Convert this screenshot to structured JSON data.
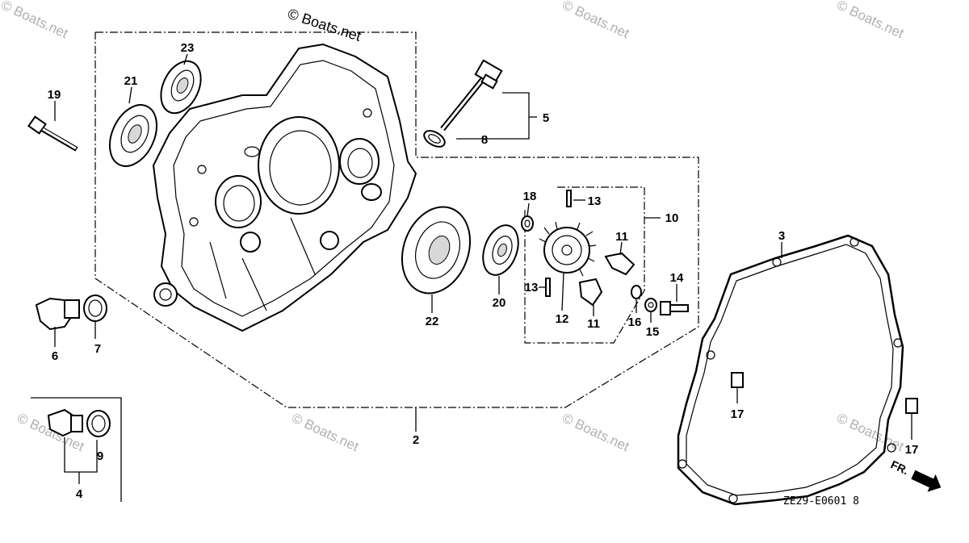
{
  "watermark": {
    "main": "© Boats.net",
    "repeat": "© Boats.net"
  },
  "callouts": {
    "c2": "2",
    "c3": "3",
    "c4": "4",
    "c5": "5",
    "c6": "6",
    "c7": "7",
    "c8": "8",
    "c9": "9",
    "c10": "10",
    "c11a": "11",
    "c11b": "11",
    "c12": "12",
    "c13a": "13",
    "c13b": "13",
    "c14": "14",
    "c15": "15",
    "c16": "16",
    "c17a": "17",
    "c17b": "17",
    "c18": "18",
    "c19": "19",
    "c20": "20",
    "c21": "21",
    "c22": "22",
    "c23": "23"
  },
  "diagram_code": "ZE29-E0601 8",
  "front_marker": "FR."
}
